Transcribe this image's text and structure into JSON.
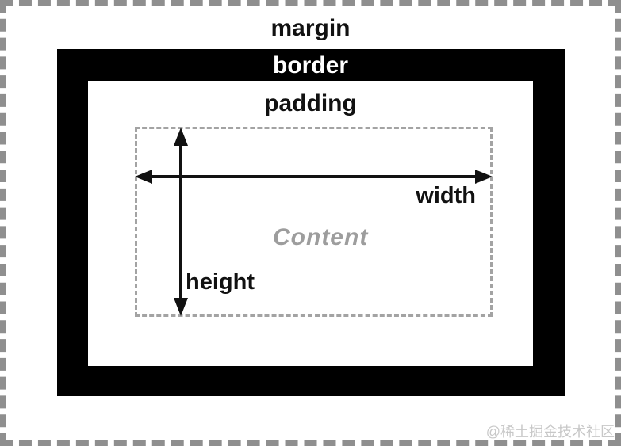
{
  "diagram": {
    "type": "css-box-model",
    "labels": {
      "margin": "margin",
      "border": "border",
      "padding": "padding",
      "content": "Content",
      "width": "width",
      "height": "height"
    },
    "watermark": "@稀土掘金技术社区",
    "colors": {
      "margin_dash": "#8f8f8f",
      "border_fill": "#000000",
      "content_dash": "#a3a3a3",
      "label_text": "#111111",
      "border_label_text": "#ffffff",
      "content_text": "#9d9d9d",
      "arrow": "#111111",
      "watermark_text": "#c8c8c8"
    }
  }
}
